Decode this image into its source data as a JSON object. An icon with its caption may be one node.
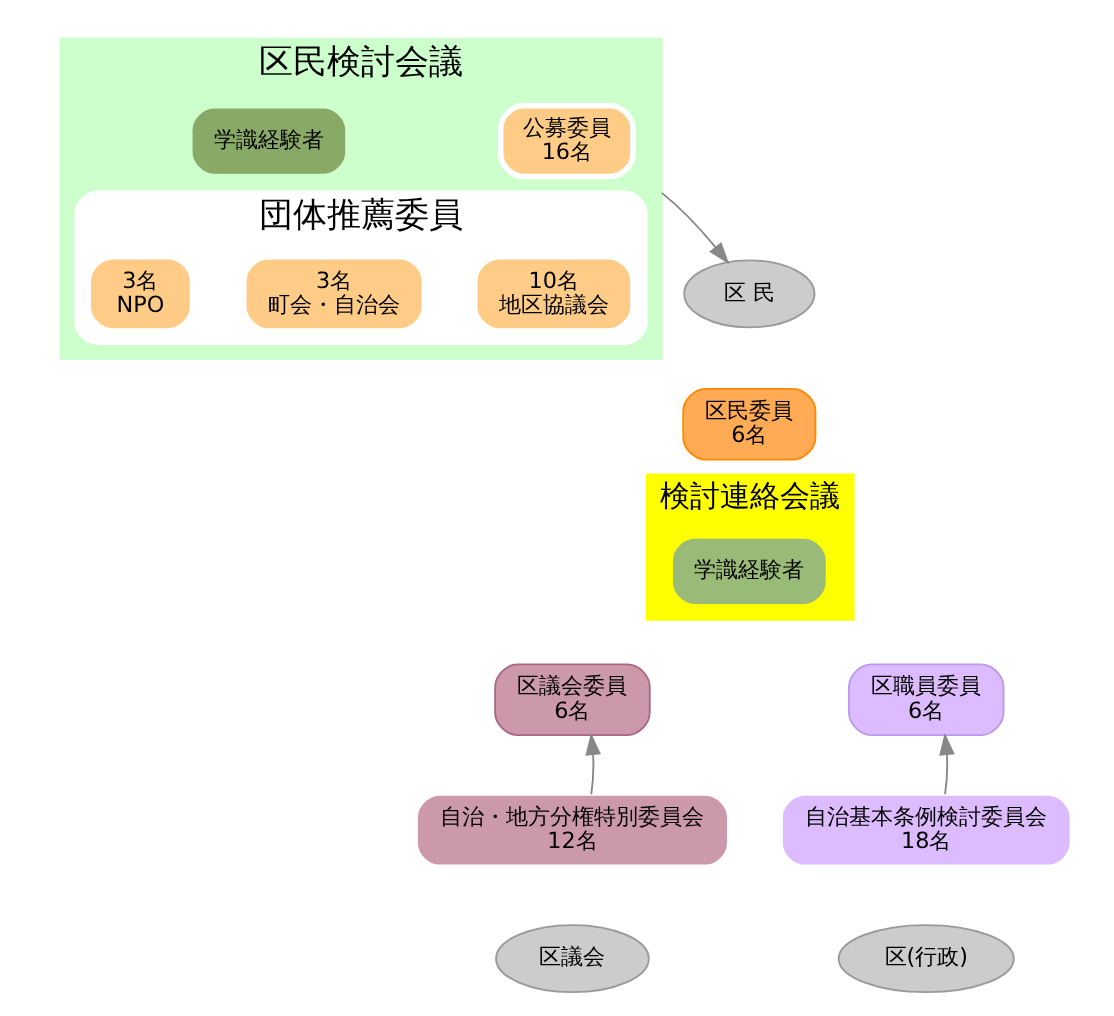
{
  "diagram": {
    "nodes": [
      {
        "text": [
          "区民検討会議"
        ]
      },
      {
        "text": [
          "公募委員",
          "16名"
        ],
        "in": 0
      },
      {
        "text": [
          "学識経験者"
        ],
        "in": 0
      },
      {
        "text": [
          "団体推薦委員"
        ],
        "in": 0
      },
      {
        "text": [
          "10名",
          "地区協議会"
        ],
        "in": 3
      },
      {
        "text": [
          "3名",
          "町会・自治会"
        ],
        "in": 3
      },
      {
        "text": [
          "3名",
          "NPO"
        ],
        "in": 3
      },
      {
        "text": [
          "区 民"
        ]
      },
      {
        "text": [
          "区民委員",
          "6名"
        ]
      },
      {
        "text": [
          "検討連絡会議"
        ]
      },
      {
        "text": [
          "学識経験者"
        ],
        "in": 9
      },
      {
        "text": [
          "区議会委員",
          "6名"
        ]
      },
      {
        "text": [
          "区職員委員",
          "6名"
        ]
      },
      {
        "text": [
          "自治・地方分権特別委員会",
          "12名"
        ]
      },
      {
        "text": [
          "自治基本条例検討委員会",
          "18名"
        ]
      },
      {
        "text": [
          "区議会"
        ]
      },
      {
        "text": [
          "区(行政)"
        ]
      }
    ],
    "edges": [
      {
        "from": 0,
        "to": 7,
        "arrow": "to"
      },
      {
        "from": 13,
        "to": 11,
        "arrow": "to"
      },
      {
        "from": 14,
        "to": 12,
        "arrow": "to"
      }
    ]
  }
}
